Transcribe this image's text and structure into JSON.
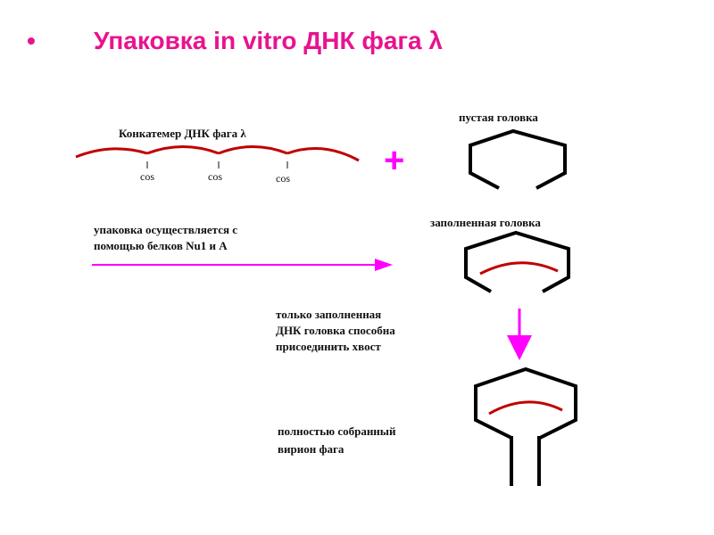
{
  "title": {
    "bullet": "•",
    "text": "Упаковка in vitro ДНК фага λ"
  },
  "diagram": {
    "concatemer_label": "Конкатемер ДНК фага  λ",
    "cos_sites": [
      "cos",
      "cos",
      "cos"
    ],
    "plus_sign": "+",
    "empty_head_label": "пустая головка",
    "packaging_line1": "упаковка  осуществляется с",
    "packaging_line2": "помощью белков Nu1  и A",
    "filled_head_label": "заполненная головка",
    "tail_note_line1": "только заполненная",
    "tail_note_line2": "ДНК головка способна",
    "tail_note_line3": "присоединить хвост",
    "virion_line1": "полностью собранный",
    "virion_line2": "вирион фага"
  },
  "colors": {
    "title": "#e8138e",
    "dna": "#c00000",
    "arrow": "#ff00ff",
    "outline": "#000000"
  }
}
